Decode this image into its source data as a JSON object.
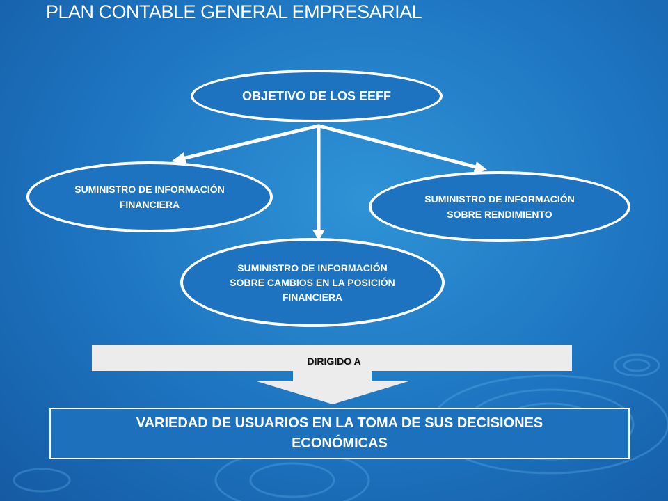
{
  "title": "PLAN CONTABLE GENERAL EMPRESARIAL",
  "nodes": {
    "objetivo": "OBJETIVO  DE LOS EEFF",
    "financiera": "SUMINISTRO DE INFORMACIÓN\nFINANCIERA",
    "rendimiento": "SUMINISTRO DE INFORMACIÓN\nSOBRE RENDIMIENTO",
    "cambios": "SUMINISTRO DE INFORMACIÓN\nSOBRE CAMBIOS EN LA POSICIÓN\nFINANCIERA"
  },
  "connector_label": "DIRIGIDO A",
  "result": "VARIEDAD DE USUARIOS EN LA TOMA DE SUS DECISIONES\nECONÓMICAS",
  "colors": {
    "background": "#1d74c0",
    "stroke": "#ffffff",
    "band": "#ececec"
  }
}
